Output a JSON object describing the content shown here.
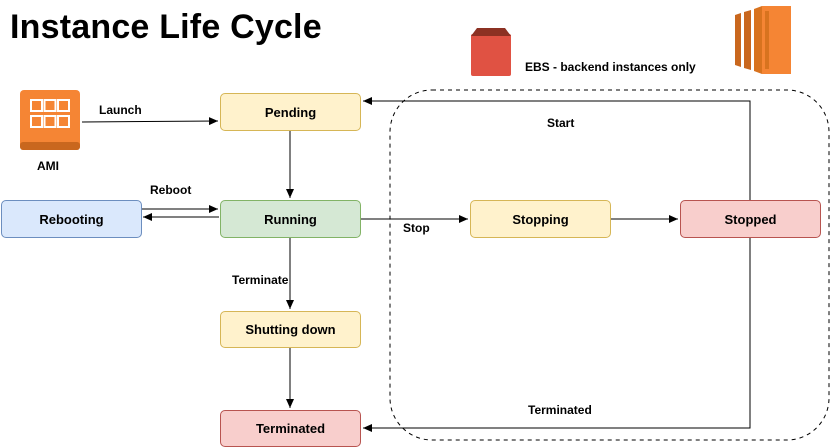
{
  "title": "Instance Life Cycle",
  "icons": {
    "ami": {
      "name": "ami-icon",
      "label": "AMI",
      "color": "#f58534"
    },
    "ebs": {
      "name": "ebs-volume-icon",
      "label": "EBS - backend instances only",
      "color": "#e05243"
    },
    "ec2": {
      "name": "ec2-instances-icon",
      "color": "#f58534"
    }
  },
  "nodes": {
    "pending": "Pending",
    "running": "Running",
    "rebooting": "Rebooting",
    "shutting_down": "Shutting down",
    "terminated": "Terminated",
    "stopping": "Stopping",
    "stopped": "Stopped"
  },
  "edges": {
    "launch": "Launch",
    "reboot": "Reboot",
    "terminate": "Terminate",
    "stop": "Stop",
    "start": "Start",
    "terminated": "Terminated"
  }
}
